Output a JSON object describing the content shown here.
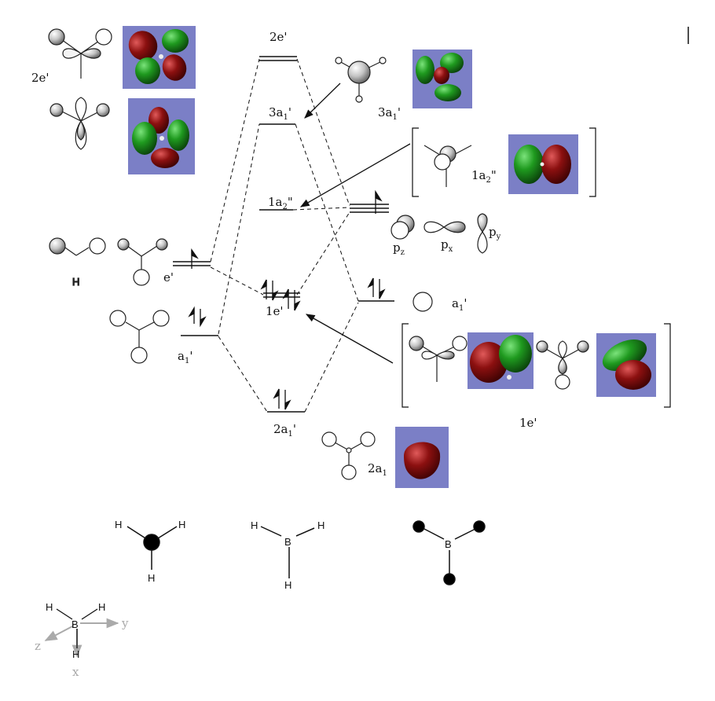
{
  "diagram": {
    "title": "BH3 molecular orbital diagram",
    "colors": {
      "panel": "#7b7fc6",
      "lobe_green": "#1f8a1f",
      "lobe_red": "#8a0e0e",
      "line": "#111111",
      "axis_gray": "#aaaaaa"
    },
    "labels": {
      "top_2e": "2e'",
      "top_3a1": "3a",
      "mid_1a2": "1a",
      "mid_1e": "1e'",
      "bottom_2a1": "2a",
      "left_e": "e'",
      "left_a1": "a",
      "left_2e_side": "2e'",
      "right_3a1": "3a",
      "bracket_1a2": "1a",
      "bracket_1e": "1e'",
      "right_a1": "a",
      "pz": "p",
      "px": "p",
      "py": "p",
      "sub_z": "z",
      "sub_x": "x",
      "sub_y": "y",
      "sub_1": "1",
      "sub_2": "2",
      "prime": "'",
      "dprime": "\"",
      "sal_2a1": "2a"
    },
    "structures": {
      "H": "H",
      "B": "B",
      "axis_x": "x",
      "axis_y": "y",
      "axis_z": "z"
    }
  }
}
